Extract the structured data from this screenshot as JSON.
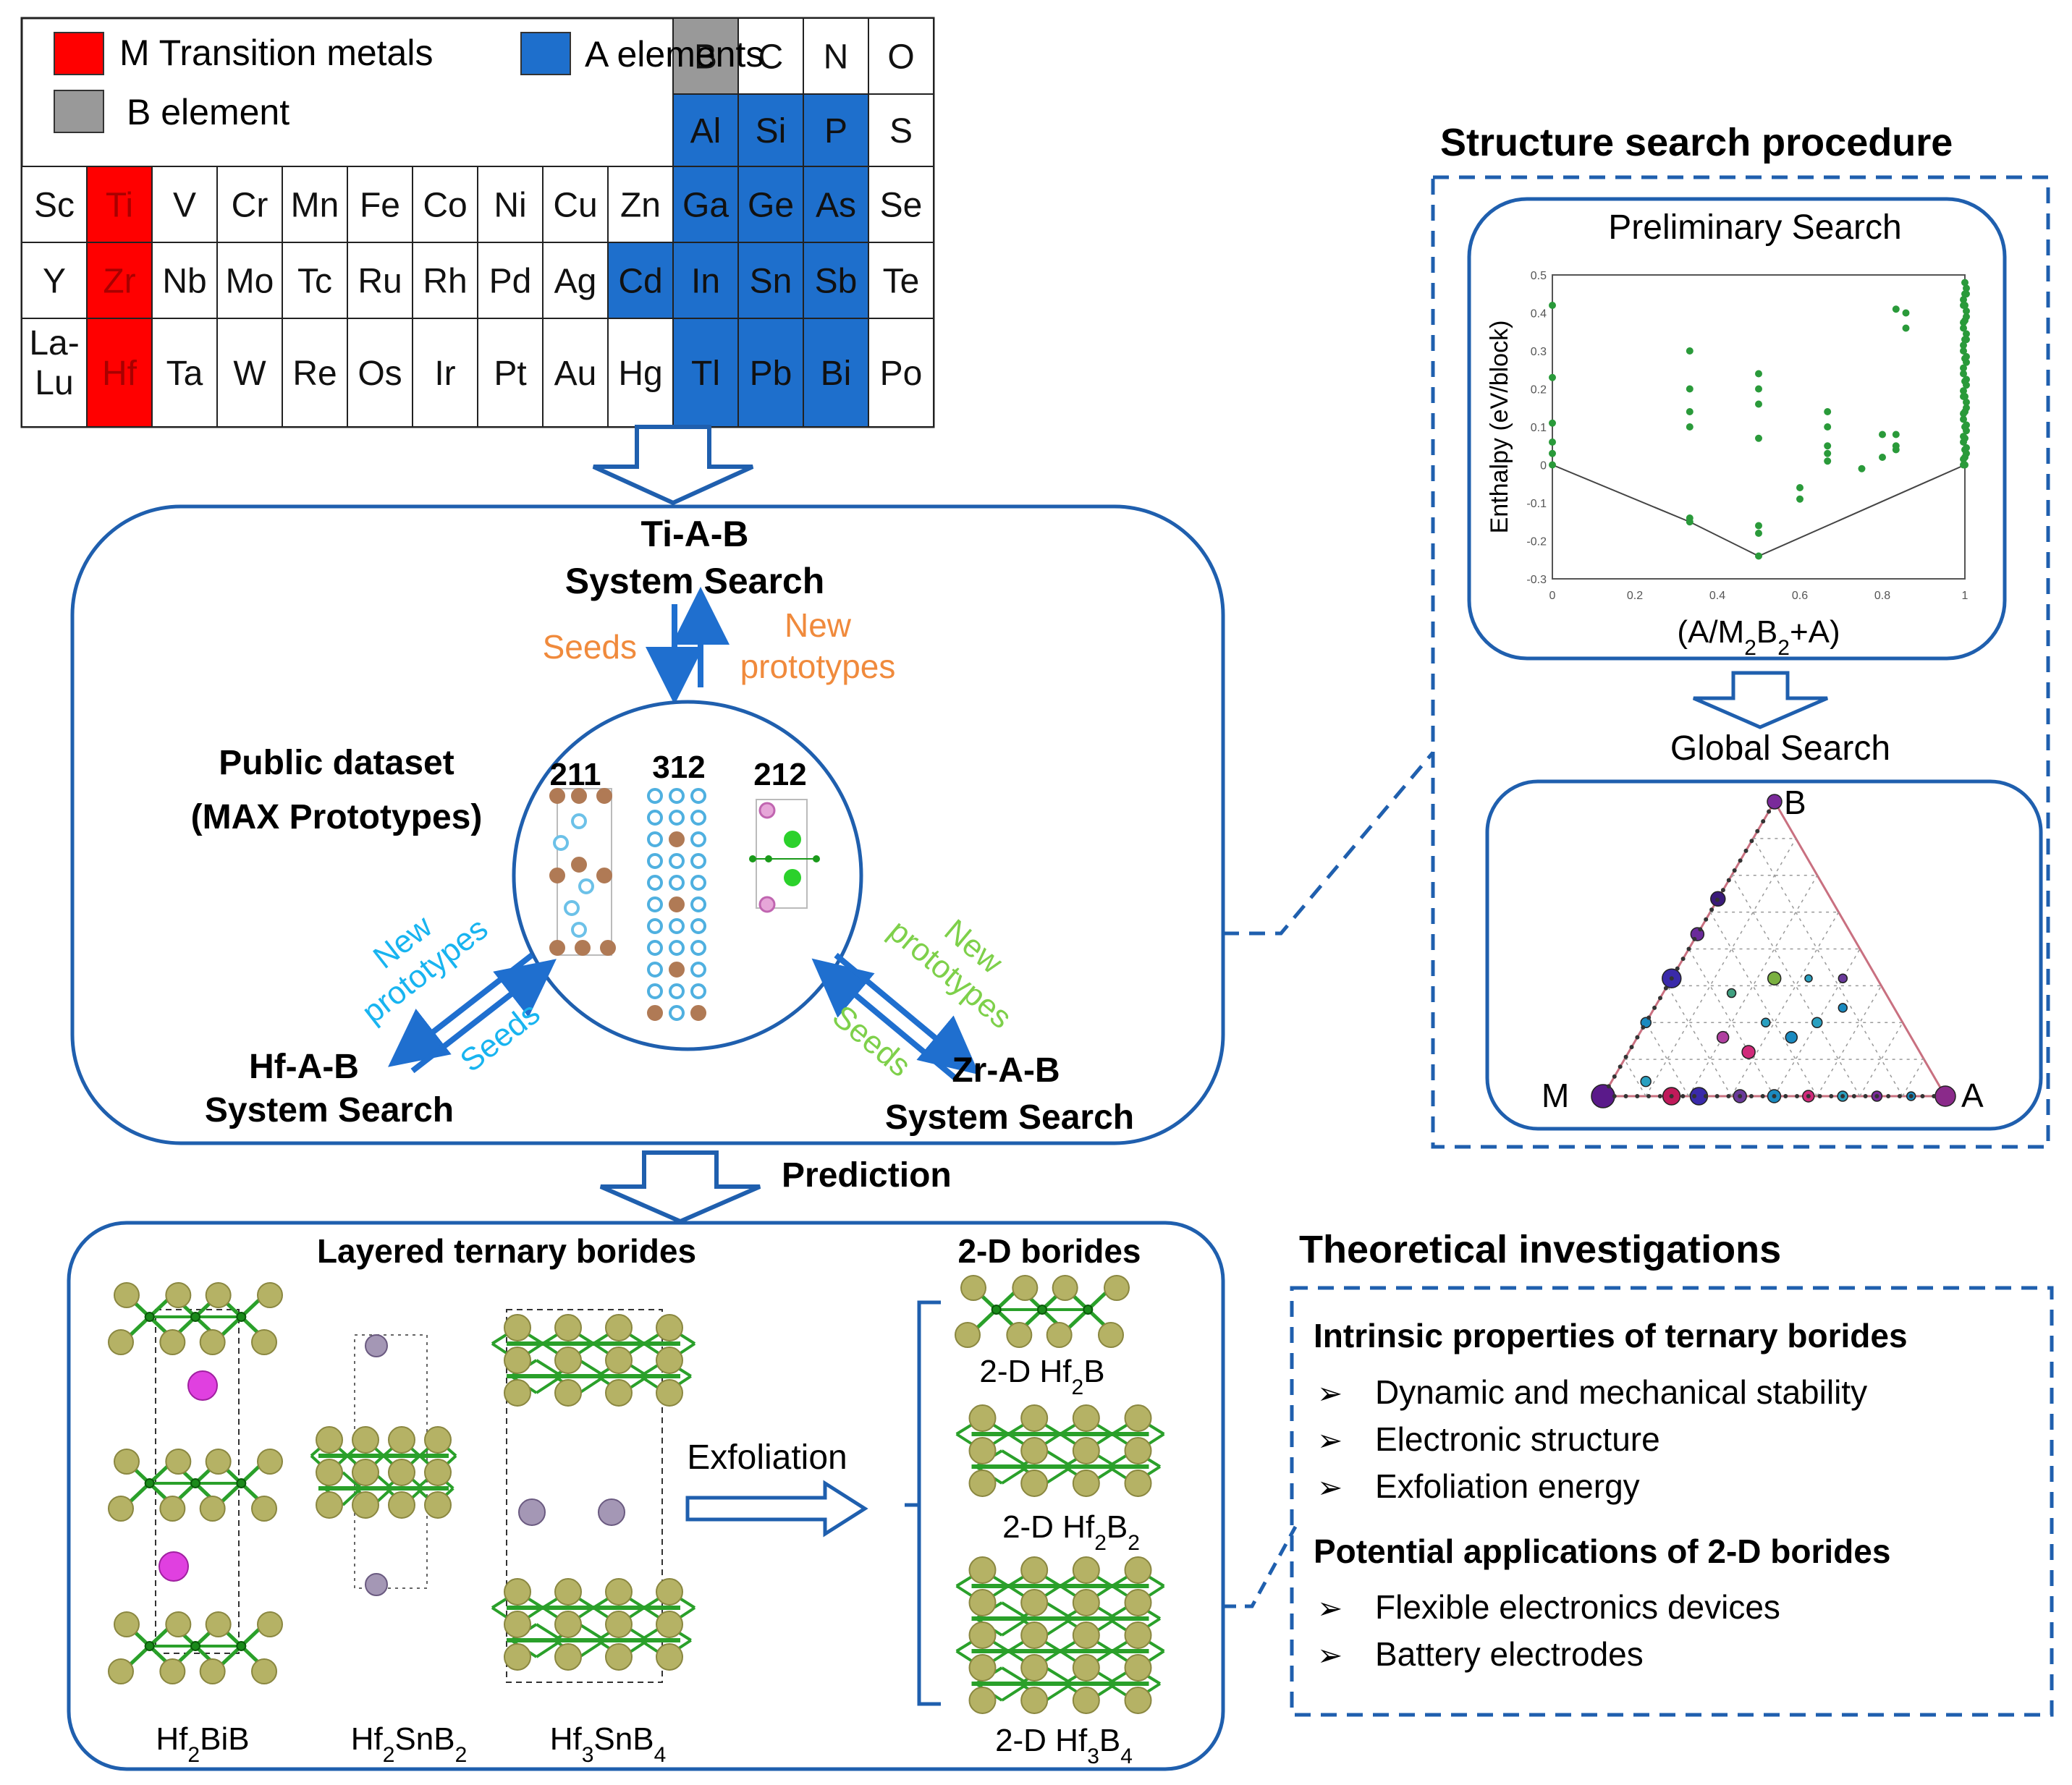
{
  "legend": {
    "m_label": "M Transition metals",
    "a_label": "A elements",
    "b_label": "B element",
    "colors": {
      "m": "#ff0000",
      "a": "#1e6fcc",
      "b": "#999999"
    }
  },
  "periodic_table": {
    "row_top": [
      "B",
      "C",
      "N",
      "O"
    ],
    "row_p3": [
      "Al",
      "Si",
      "P",
      "S"
    ],
    "row_p4": [
      "Sc",
      "Ti",
      "V",
      "Cr",
      "Mn",
      "Fe",
      "Co",
      "Ni",
      "Cu",
      "Zn",
      "Ga",
      "Ge",
      "As",
      "Se"
    ],
    "row_p5": [
      "Y",
      "Zr",
      "Nb",
      "Mo",
      "Tc",
      "Ru",
      "Rh",
      "Pd",
      "Ag",
      "Cd",
      "In",
      "Sn",
      "Sb",
      "Te"
    ],
    "row_p6": [
      "La-",
      "Hf",
      "Ta",
      "W",
      "Re",
      "Os",
      "Ir",
      "Pt",
      "Au",
      "Hg",
      "Tl",
      "Pb",
      "Bi",
      "Po"
    ],
    "row_p6_extra": "Lu"
  },
  "workflow": {
    "ti_title_1": "Ti-A-B",
    "ti_title_2": "System Search",
    "seeds_top": "Seeds",
    "new_top_1": "New",
    "new_top_2": "prototypes",
    "dataset_1": "Public dataset",
    "dataset_2": "(MAX Prototypes)",
    "proto_211": "211",
    "proto_312": "312",
    "proto_212": "212",
    "hf_new_1": "New",
    "hf_new_2": "prototypes",
    "hf_seeds": "Seeds",
    "hf_title_1": "Hf-A-B",
    "hf_title_2": "System Search",
    "zr_new_1": "New",
    "zr_new_2": "prototypes",
    "zr_seeds": "Seeds",
    "zr_title_1": "Zr-A-B",
    "zr_title_2": "System Search",
    "prediction": "Prediction",
    "colors": {
      "orange": "#f08a3c",
      "cyan": "#18b4f0",
      "green": "#7ed04a",
      "blue": "#1f6fcf"
    }
  },
  "structure_search": {
    "title": "Structure search procedure",
    "preliminary": "Preliminary Search",
    "global": "Global Search",
    "ylabel": "Enthalpy (eV/block)",
    "xlabel": "(A/M2B2+A)",
    "corner_b": "B",
    "corner_m": "M",
    "corner_a": "A"
  },
  "chart_data": {
    "type": "scatter",
    "title": "Preliminary Search",
    "xlabel": "(A/M2B2+A)",
    "ylabel": "Enthalpy (eV/block)",
    "xlim": [
      0,
      1
    ],
    "ylim": [
      -0.3,
      0.5
    ],
    "x_ticks": [
      "0",
      "0.2",
      "0.4",
      "0.6",
      "0.8",
      "1"
    ],
    "y_ticks": [
      "-0.3",
      "-0.2",
      "-0.1",
      "0",
      "0.1",
      "0.2",
      "0.3",
      "0.4",
      "0.5"
    ],
    "hull": [
      [
        0,
        0
      ],
      [
        0.333,
        -0.15
      ],
      [
        0.5,
        -0.24
      ],
      [
        1,
        0
      ]
    ],
    "points": [
      [
        0,
        0.42
      ],
      [
        0,
        0.23
      ],
      [
        0,
        0.11
      ],
      [
        0,
        0.06
      ],
      [
        0,
        0.03
      ],
      [
        0,
        0.0
      ],
      [
        0.333,
        0.3
      ],
      [
        0.333,
        0.2
      ],
      [
        0.333,
        0.14
      ],
      [
        0.333,
        0.1
      ],
      [
        0.333,
        -0.14
      ],
      [
        0.333,
        -0.15
      ],
      [
        0.5,
        0.24
      ],
      [
        0.5,
        0.2
      ],
      [
        0.5,
        0.16
      ],
      [
        0.5,
        0.07
      ],
      [
        0.5,
        -0.16
      ],
      [
        0.5,
        -0.18
      ],
      [
        0.5,
        -0.24
      ],
      [
        0.6,
        -0.06
      ],
      [
        0.6,
        -0.09
      ],
      [
        0.667,
        0.14
      ],
      [
        0.667,
        0.1
      ],
      [
        0.667,
        0.05
      ],
      [
        0.667,
        0.03
      ],
      [
        0.667,
        0.01
      ],
      [
        0.75,
        -0.01
      ],
      [
        0.8,
        0.08
      ],
      [
        0.8,
        0.02
      ],
      [
        0.833,
        0.08
      ],
      [
        0.833,
        0.05
      ],
      [
        0.833,
        0.04
      ],
      [
        0.833,
        0.41
      ],
      [
        0.857,
        0.4
      ],
      [
        0.857,
        0.36
      ],
      [
        1,
        0.48
      ],
      [
        1,
        0.45
      ],
      [
        1,
        0.42
      ],
      [
        1,
        0.38
      ],
      [
        1,
        0.33
      ],
      [
        1,
        0.28
      ],
      [
        1,
        0.22
      ],
      [
        1,
        0.18
      ],
      [
        1,
        0.14
      ],
      [
        1,
        0.1
      ],
      [
        1,
        0.07
      ],
      [
        1,
        0.04
      ],
      [
        1,
        0.02
      ],
      [
        1,
        0.0
      ]
    ]
  },
  "borides": {
    "layered_title": "Layered ternary borides",
    "two_d_title": "2-D borides",
    "exfoliation": "Exfoliation",
    "hf2bib": "Hf2BiB",
    "hf2snb2": "Hf2SnB2",
    "hf3snb4": "Hf3SnB4",
    "d_hf2b": "2-D Hf2B",
    "d_hf2b2": "2-D Hf2B2",
    "d_hf3b4": "2-D Hf3B4"
  },
  "theory": {
    "title": "Theoretical investigations",
    "intrinsic_title": "Intrinsic properties of ternary borides",
    "intrinsic_items": [
      "Dynamic and mechanical stability",
      "Electronic structure",
      "Exfoliation energy"
    ],
    "apps_title": "Potential applications of 2-D borides",
    "apps_items": [
      "Flexible electronics devices",
      "Battery electrodes"
    ],
    "bullet": "➢"
  }
}
